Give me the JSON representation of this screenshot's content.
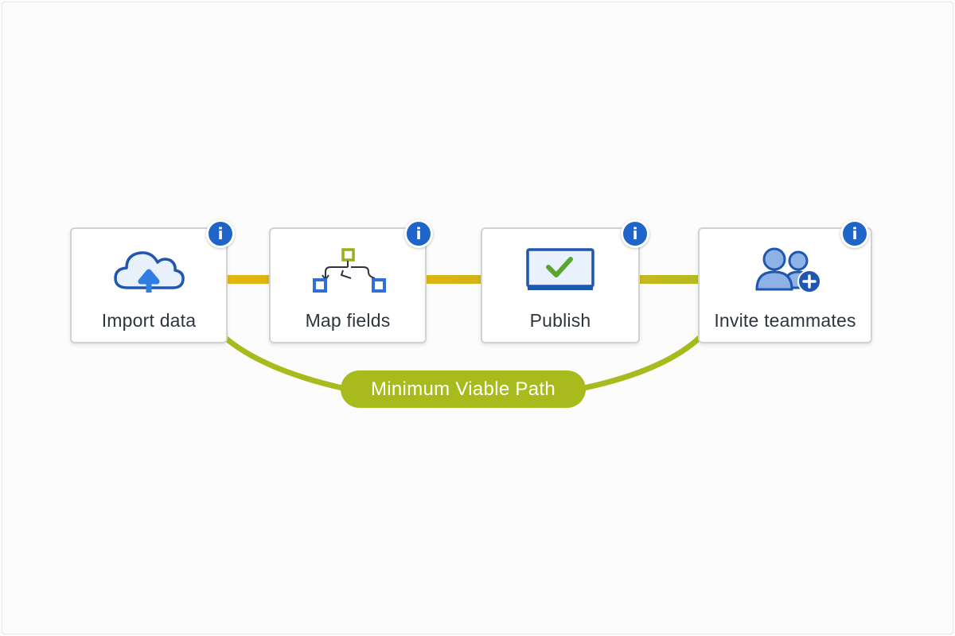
{
  "steps": [
    {
      "label": "Import data",
      "icon": "cloud-upload-icon"
    },
    {
      "label": "Map fields",
      "icon": "field-mapping-icon"
    },
    {
      "label": "Publish",
      "icon": "monitor-check-icon"
    },
    {
      "label": "Invite teammates",
      "icon": "add-users-icon"
    }
  ],
  "info_glyph": "i",
  "path_label": "Minimum Viable Path",
  "colors": {
    "primary_blue": "#1f64c8",
    "connector_gold": "#e2b50e",
    "path_green": "#a8bb1c",
    "check_green": "#5aa72f"
  }
}
